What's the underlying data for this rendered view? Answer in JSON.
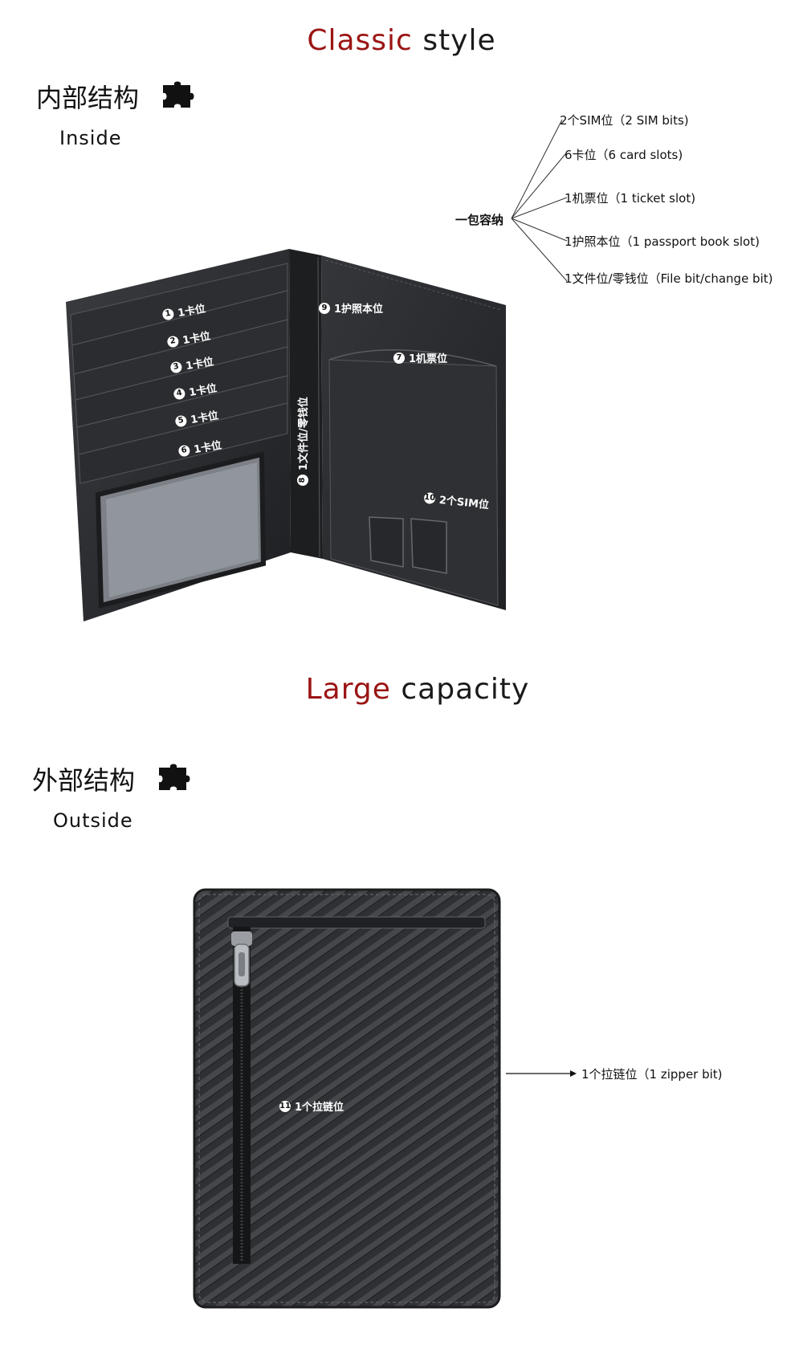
{
  "header": {
    "title_red": "Classic",
    "title_black": "style"
  },
  "inside": {
    "title_cn": "内部结构",
    "title_en": "Inside",
    "hub_label": "一包容纳",
    "specs": [
      "2个SIM位（2 SIM bits)",
      "6卡位（6 card slots)",
      "1机票位（1 ticket slot)",
      "1护照本位（1 passport book slot)",
      "1文件位/零钱位（File bit/change bit)"
    ],
    "callouts": [
      {
        "num": "1",
        "text": "1卡位"
      },
      {
        "num": "2",
        "text": "1卡位"
      },
      {
        "num": "3",
        "text": "1卡位"
      },
      {
        "num": "4",
        "text": "1卡位"
      },
      {
        "num": "5",
        "text": "1卡位"
      },
      {
        "num": "6",
        "text": "1卡位"
      },
      {
        "num": "7",
        "text": "1机票位"
      },
      {
        "num": "8",
        "text": "1文件位/零钱位"
      },
      {
        "num": "9",
        "text": "1护照本位"
      },
      {
        "num": "10",
        "text": "2个SIM位"
      }
    ]
  },
  "middle": {
    "title_red": "Large",
    "title_black": "capacity"
  },
  "outside": {
    "title_cn": "外部结构",
    "title_en": "Outside",
    "spec": "1个拉链位（1 zipper bit)",
    "callout": {
      "num": "11",
      "text": "1个拉链位"
    }
  },
  "colors": {
    "accent_red": "#9b1414",
    "leather": "#2b2d30",
    "leather_dark": "#1c1d1f"
  },
  "icons": [
    "puzzle-icon"
  ]
}
